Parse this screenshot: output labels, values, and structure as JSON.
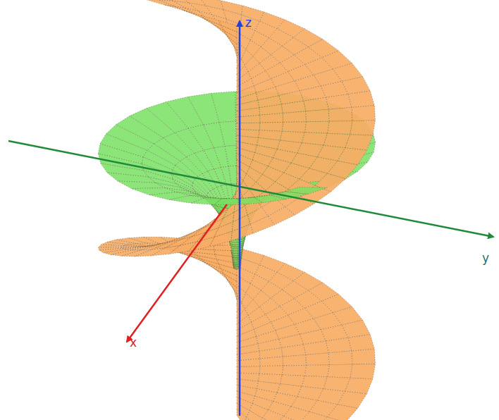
{
  "diagram": {
    "labels": [
      "z",
      "y",
      "x"
    ]
  }
}
